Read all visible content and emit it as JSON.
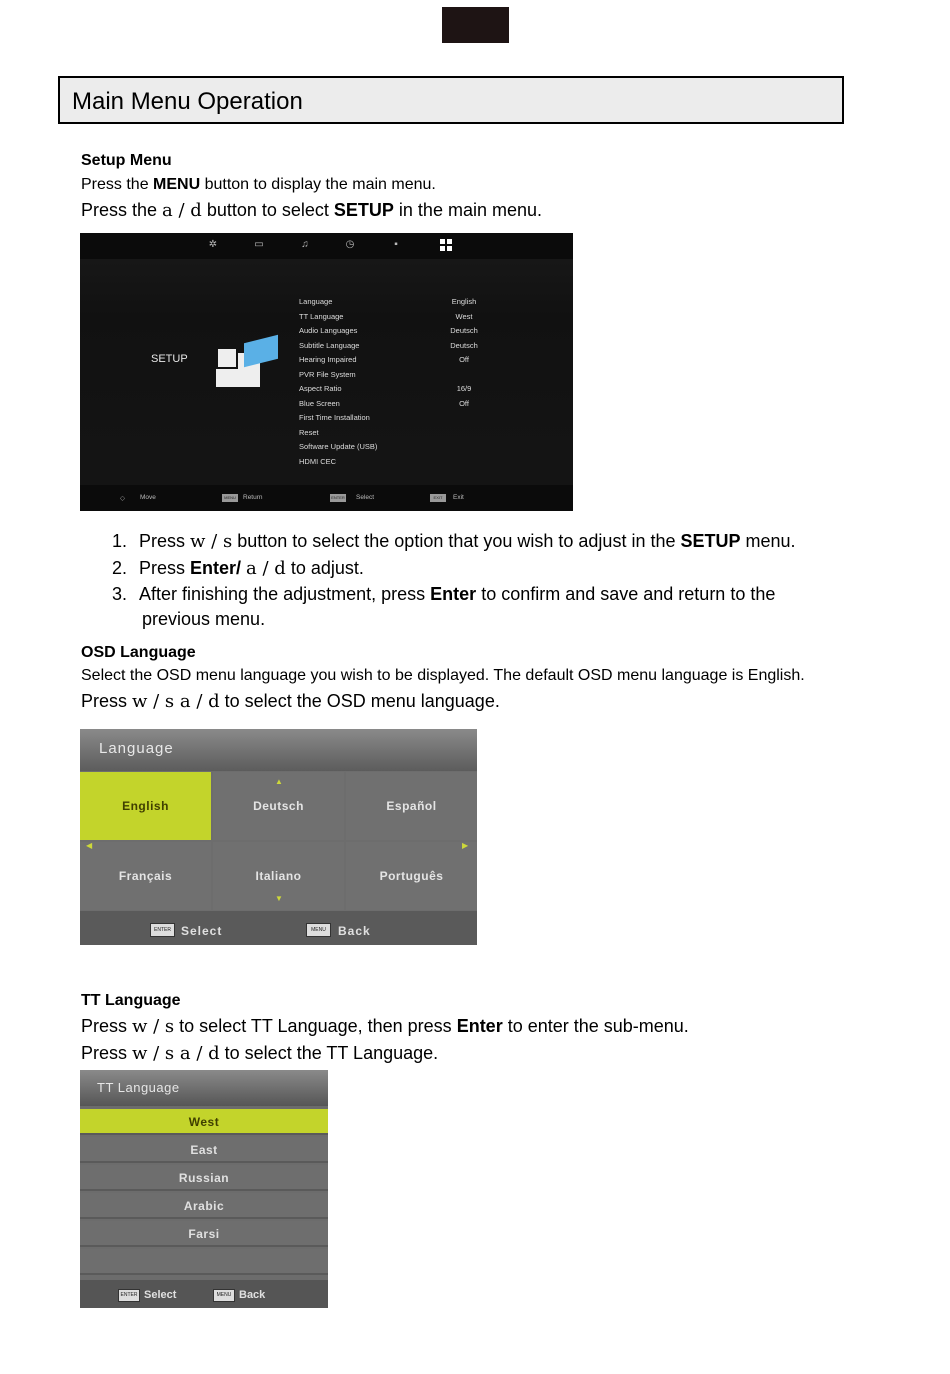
{
  "header": {
    "title": "Main Menu Operation"
  },
  "setup_section": {
    "heading": "Setup Menu",
    "line1_a": "Press the ",
    "line1_b": "MENU",
    "line1_c": " button to display the main menu.",
    "line2_a": "Press the ",
    "line2_keys": "a  / d",
    "line2_b": " button to select ",
    "line2_c": "SETUP",
    "line2_d": " in the main menu.",
    "screen": {
      "label": "SETUP",
      "items": [
        {
          "label": "Language",
          "value": "English"
        },
        {
          "label": "TT Language",
          "value": "West"
        },
        {
          "label": "Audio Languages",
          "value": "Deutsch"
        },
        {
          "label": "Subtitle Language",
          "value": "Deutsch"
        },
        {
          "label": "Hearing Impaired",
          "value": "Off"
        },
        {
          "label": "PVR File System",
          "value": ""
        },
        {
          "label": "Aspect Ratio",
          "value": "16/9"
        },
        {
          "label": "Blue Screen",
          "value": "Off"
        },
        {
          "label": "First Time Installation",
          "value": ""
        },
        {
          "label": "Reset",
          "value": ""
        },
        {
          "label": "Software Update (USB)",
          "value": ""
        },
        {
          "label": "HDMI CEC",
          "value": ""
        }
      ],
      "footer": {
        "move": "Move",
        "return": "Return",
        "select": "Select",
        "exit": "Exit",
        "btn_menu": "MENU",
        "btn_enter": "ENTER",
        "btn_exit": "EXIT"
      }
    },
    "steps": [
      {
        "num": "1.",
        "a": "Press ",
        "keys": "w / s",
        "b": " button to select the option that you wish to adjust in the ",
        "c": "SETUP",
        "d": " menu."
      },
      {
        "num": "2.",
        "a": "Press ",
        "keys": "Enter/ ",
        "keys2": "a  / d",
        "b": " to adjust."
      },
      {
        "num": "3.",
        "a": "After finishing the adjustment, press ",
        "b": "Enter",
        "c": " to confirm and save and return to the",
        "d": "previous menu."
      }
    ]
  },
  "osd_section": {
    "heading": "OSD Language",
    "line1": "Select the OSD menu language you wish to be displayed. The default OSD menu language is English.",
    "line2_a": "Press  ",
    "line2_keys": "w / s  a / d",
    "line2_b": " to select the OSD menu language.",
    "screen": {
      "title": "Language",
      "languages": [
        "English",
        "Deutsch",
        "Español",
        "Français",
        "Italiano",
        "Português"
      ],
      "select": "Select",
      "back": "Back",
      "btn_enter": "ENTER",
      "btn_menu": "MENU"
    }
  },
  "tt_section": {
    "heading": "TT Language",
    "line1_a": "Press  ",
    "line1_keys": "w / s",
    "line1_b": "  to select TT Language, then press ",
    "line1_c": "Enter",
    "line1_d": " to enter the sub-menu.",
    "line2_a": "Press  ",
    "line2_keys": "w / s  a / d",
    "line2_b": " to select the TT Language.",
    "screen": {
      "title": "TT Language",
      "options": [
        "West",
        "East",
        "Russian",
        "Arabic",
        "Farsi"
      ],
      "select": "Select",
      "back": "Back",
      "btn_enter": "ENTER",
      "btn_menu": "MENU"
    }
  },
  "colors": {
    "highlight": "#c3d42b",
    "panel": "#6d6d6d",
    "tv_bg": "#111111"
  }
}
